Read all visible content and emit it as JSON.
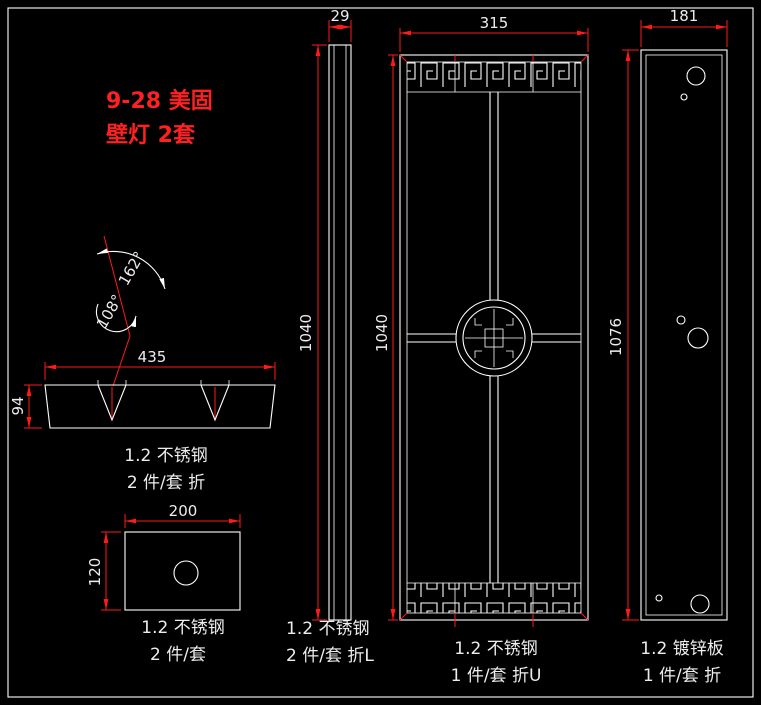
{
  "colors": {
    "background": "#000000",
    "geometry_line": "#ffffff",
    "dimension_line": "#ff0000",
    "dimension_text": "#ededed",
    "title_text": "#ff0000"
  },
  "title": {
    "line1": "9-28 美固",
    "line2": "壁灯 2套"
  },
  "parts": {
    "profile": {
      "angle_outer": "162°",
      "angle_inner": "108°",
      "dim_width": "435",
      "dim_height": "94",
      "material": "1.2 不锈钢",
      "qty": "2 件/套 折"
    },
    "plate": {
      "dim_width": "200",
      "dim_height": "120",
      "material": "1.2 不锈钢",
      "qty": "2 件/套"
    },
    "channel": {
      "dim_width": "29",
      "dim_height": "1040",
      "material": "1.2 不锈钢",
      "qty": "2 件/套 折L"
    },
    "panel": {
      "dim_width": "315",
      "dim_height": "1040",
      "material": "1.2 不锈钢",
      "qty": "1 件/套 折U"
    },
    "back": {
      "dim_width": "181",
      "dim_height": "1076",
      "material": "1.2 镀锌板",
      "qty": "1 件/套 折"
    }
  }
}
